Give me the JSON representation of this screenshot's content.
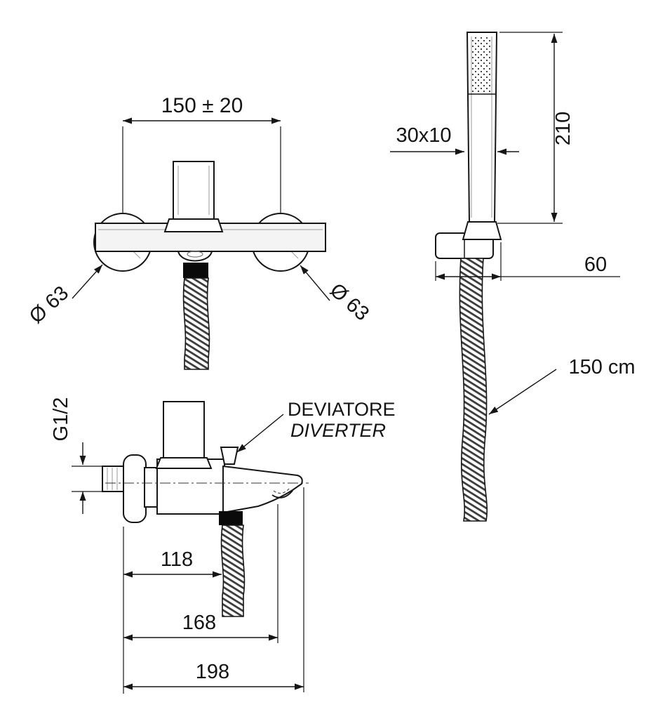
{
  "diagram": {
    "title": "wall-mounted bath shower mixer technical drawing",
    "front_view": {
      "width_dim": "150 ± 20",
      "left_flange_dia": "Ø 63",
      "right_flange_dia": "Ø 63"
    },
    "hand_shower": {
      "head_section": "30x10",
      "height": "210",
      "bracket_depth": "60",
      "hose_length": "150 cm"
    },
    "mixer_side": {
      "inlet_thread": "G1/2",
      "diverter_it": "DEVIATORE",
      "diverter_en": "DIVERTER",
      "dim_hose": "118",
      "dim_spout": "168",
      "dim_total": "198"
    },
    "colors": {
      "line": "#161616",
      "diverter_block": "#0a0a0a",
      "background": "#ffffff"
    }
  }
}
